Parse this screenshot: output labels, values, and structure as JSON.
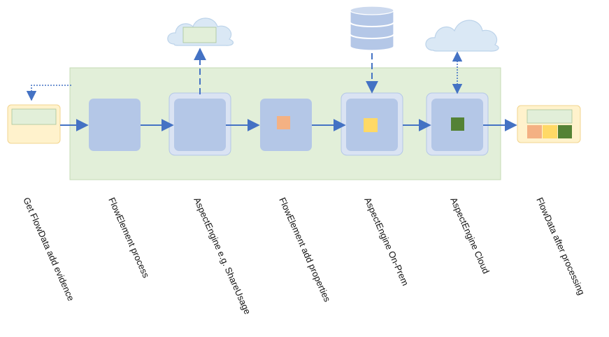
{
  "diagram": {
    "colors": {
      "pipeline_bg": "#e2efd9",
      "pipeline_border": "#c5dbb5",
      "element": "#b4c7e7",
      "engine_outer": "#dae3f3",
      "flowdata": "#fff2cc",
      "flowdata_border": "#f2d48f",
      "arrow": "#4472c4",
      "cloud": "#dae8f5",
      "prop_orange": "#f4b183",
      "prop_yellow": "#ffd966",
      "prop_green": "#548235"
    },
    "labels": [
      "Get FlowData add evidence",
      "FlowElement process",
      "AspectEngine e.g. ShareUsage",
      "FlowElement  add properties",
      "AspectEngine On-Prem",
      "AspectEngine Cloud",
      "FlowData after processing"
    ]
  }
}
